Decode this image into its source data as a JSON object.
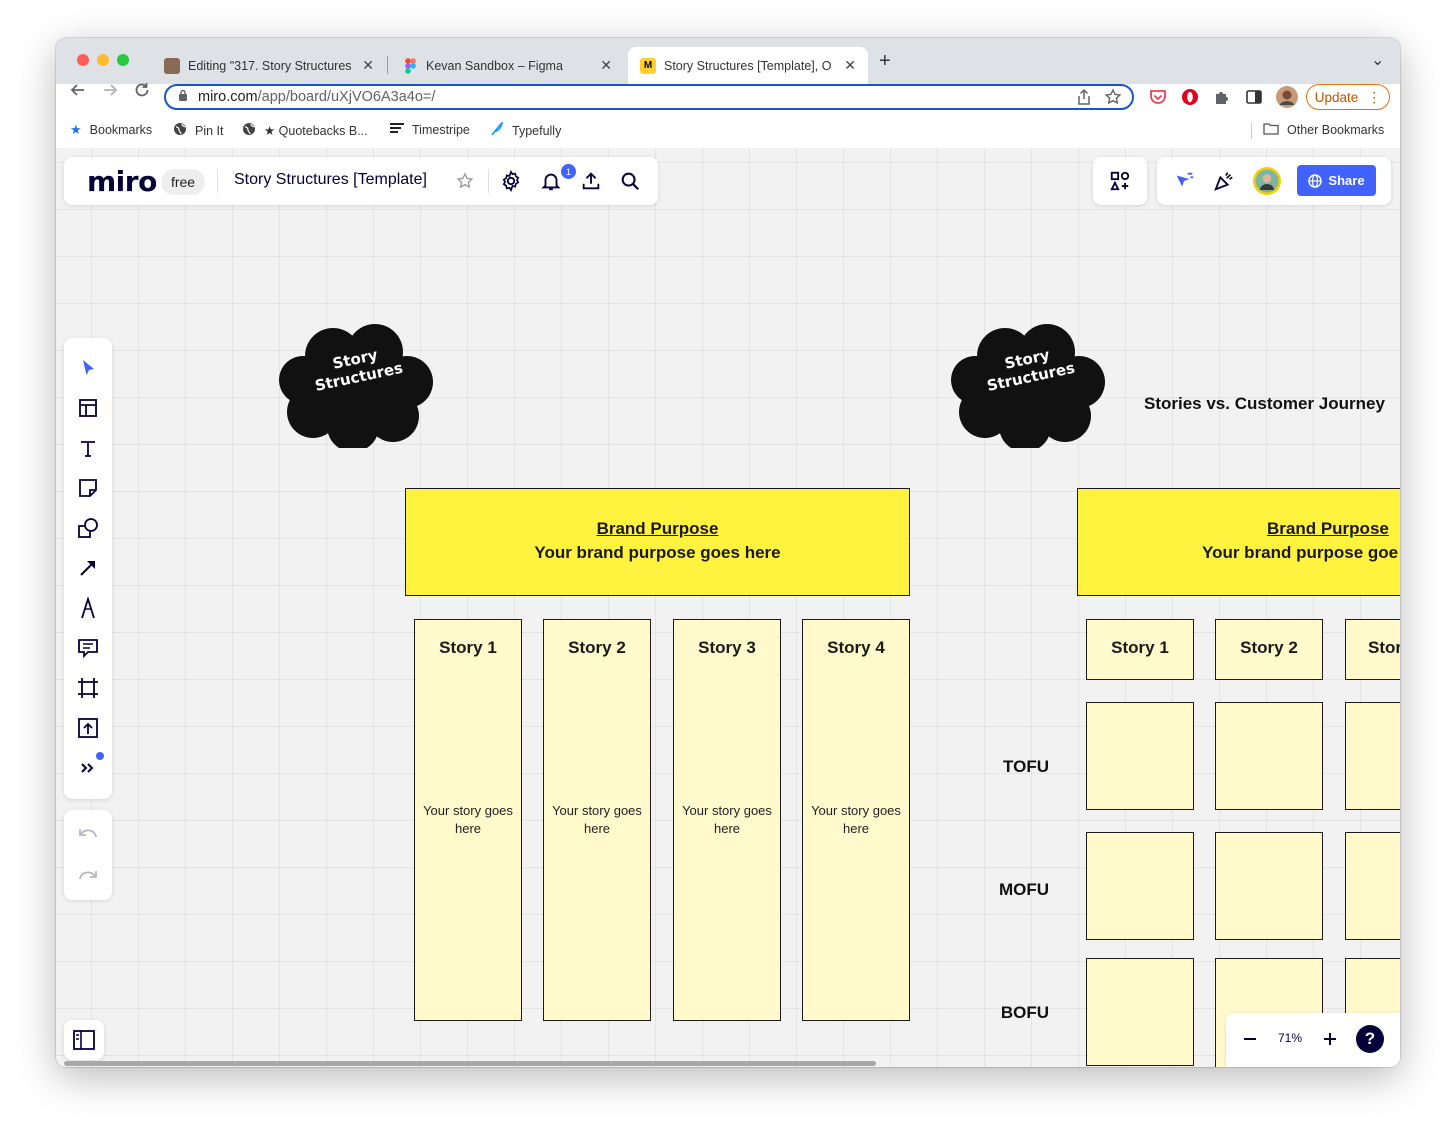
{
  "browser": {
    "tabs": [
      {
        "title": "Editing \"317. Story Structures",
        "active": false
      },
      {
        "title": "Kevan Sandbox – Figma",
        "active": false
      },
      {
        "title": "Story Structures [Template], O",
        "active": true
      }
    ],
    "new_tab_label": "+",
    "tab_menu_label": "⌄",
    "url_host": "miro.com",
    "url_path": "/app/board/uXjVO6A3a4o=/",
    "update_label": "Update",
    "bookmarks": [
      {
        "label": "Bookmarks",
        "icon": "star-icon"
      },
      {
        "label": "Pin It",
        "icon": "globe-icon"
      },
      {
        "label": "★ Quotebacks B...",
        "icon": "globe-icon"
      },
      {
        "label": "Timestripe",
        "icon": "list-icon"
      },
      {
        "label": "Typefully",
        "icon": "feather-icon"
      }
    ],
    "other_bookmarks": "Other Bookmarks"
  },
  "miro": {
    "logo": "miro",
    "plan_badge": "free",
    "board_title": "Story Structures [Template]",
    "notification_count": "1",
    "share_label": "Share",
    "zoom": "71%",
    "help_label": "?"
  },
  "board": {
    "sticker_text": "Story Structures",
    "frame2_title": "Stories vs. Customer Journey",
    "brand_purpose_title": "Brand Purpose",
    "brand_purpose_text": "Your brand purpose goes here",
    "stories": [
      "Story 1",
      "Story 2",
      "Story 3",
      "Story 4"
    ],
    "story_placeholder": "Your story goes here",
    "frame2_stories": [
      "Story 1",
      "Story 2",
      "Stor"
    ],
    "frame2_purpose_text": "Your brand purpose goe",
    "funnel_rows": [
      "TOFU",
      "MOFU",
      "BOFU"
    ]
  },
  "colors": {
    "accent": "#4262ff",
    "sticky_yellow": "#fff340",
    "card_yellow": "#fff9cc"
  }
}
